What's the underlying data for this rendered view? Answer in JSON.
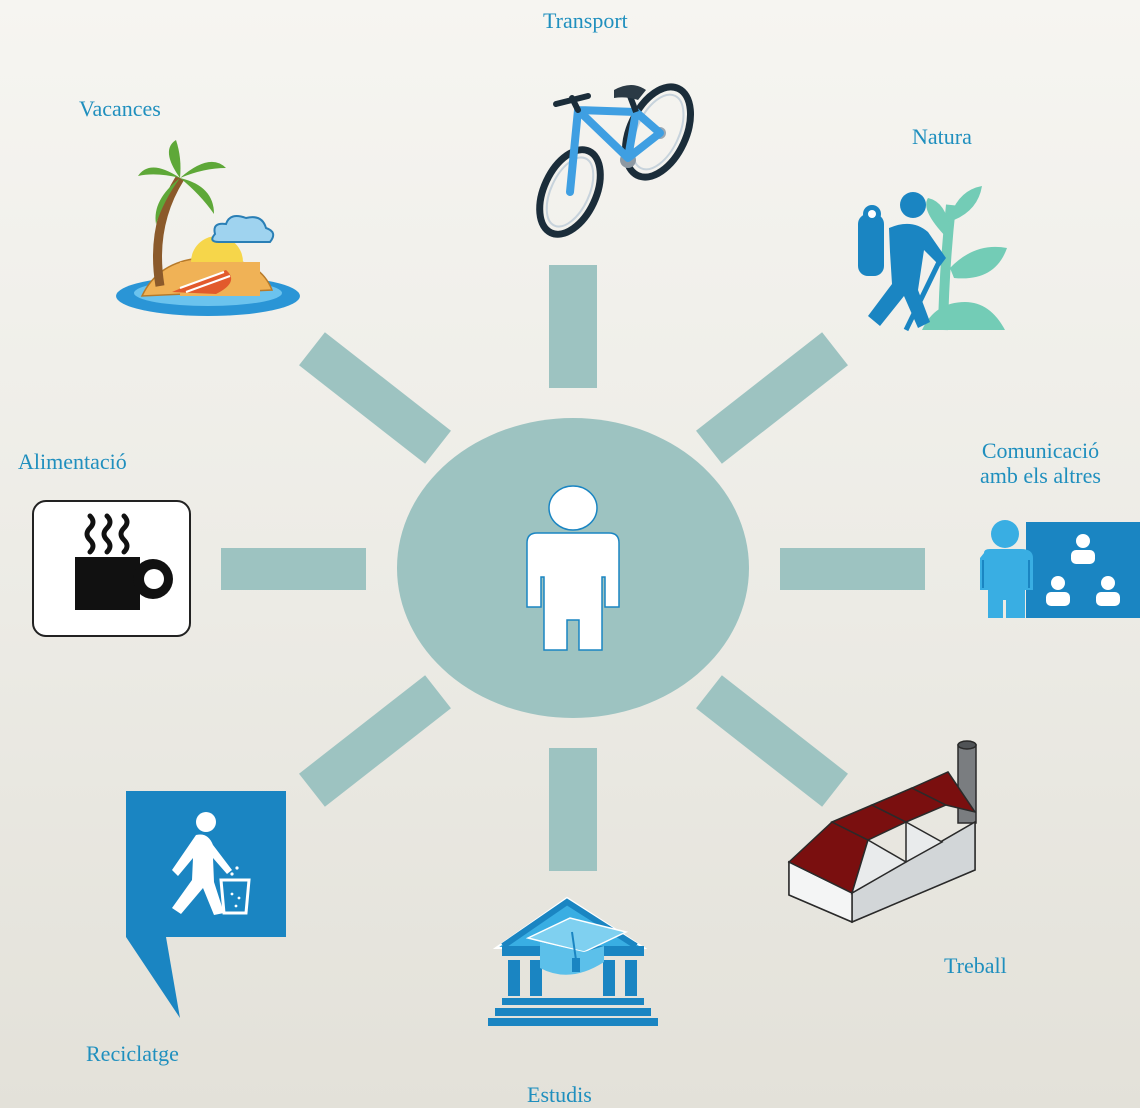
{
  "diagram": {
    "colors": {
      "spoke": "#9dc3c1",
      "hub": "#9dc3c1",
      "label": "#1f8fbe",
      "icon_blue": "#1a85c2",
      "icon_light_blue": "#39aee3",
      "leaf_green": "#73ccb6",
      "factory_roof": "#7a0f0f"
    },
    "center": {
      "icon": "person-icon"
    },
    "nodes": [
      {
        "id": "transport",
        "label": "Transport",
        "icon": "bicycle-icon"
      },
      {
        "id": "natura",
        "label": "Natura",
        "icon": "hiker-plant-icon"
      },
      {
        "id": "comunicacio",
        "label_lines": [
          "Comunicació",
          "amb els altres"
        ],
        "icon": "group-meeting-icon"
      },
      {
        "id": "treball",
        "label": "Treball",
        "icon": "factory-icon"
      },
      {
        "id": "estudis",
        "label": "Estudis",
        "icon": "university-icon"
      },
      {
        "id": "reciclatge",
        "label": "Reciclatge",
        "icon": "recycle-bin-icon"
      },
      {
        "id": "alimentacio",
        "label": "Alimentació",
        "icon": "coffee-cup-icon"
      },
      {
        "id": "vacances",
        "label": "Vacances",
        "icon": "island-icon"
      }
    ]
  }
}
